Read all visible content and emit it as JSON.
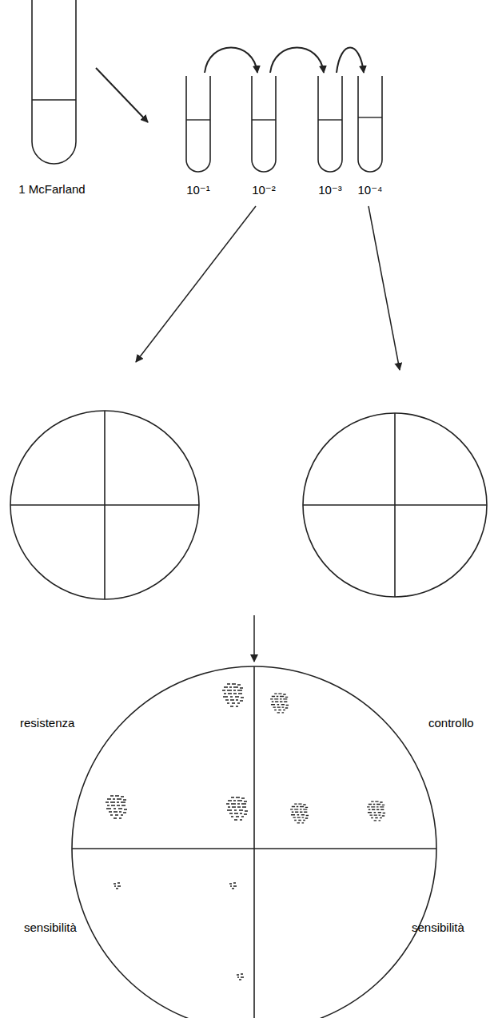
{
  "diagram": {
    "nodes": [
      {
        "text": [
          "1 McFarland"
        ]
      },
      {
        "text": [
          "10⁻¹"
        ]
      },
      {
        "text": [
          "10⁻²"
        ]
      },
      {
        "text": [
          "10⁻³"
        ]
      },
      {
        "text": [
          "10⁻⁴"
        ]
      }
    ],
    "edges": [
      {
        "from": 0,
        "to": 1,
        "arrow": "to"
      },
      {
        "from": 1,
        "to": 2,
        "arrow": "to"
      },
      {
        "from": 2,
        "to": 3,
        "arrow": "to"
      },
      {
        "from": 3,
        "to": 4,
        "arrow": "to"
      }
    ],
    "labels": [
      "resistenza",
      "controllo",
      "sensibilità",
      "sensibilità"
    ]
  }
}
